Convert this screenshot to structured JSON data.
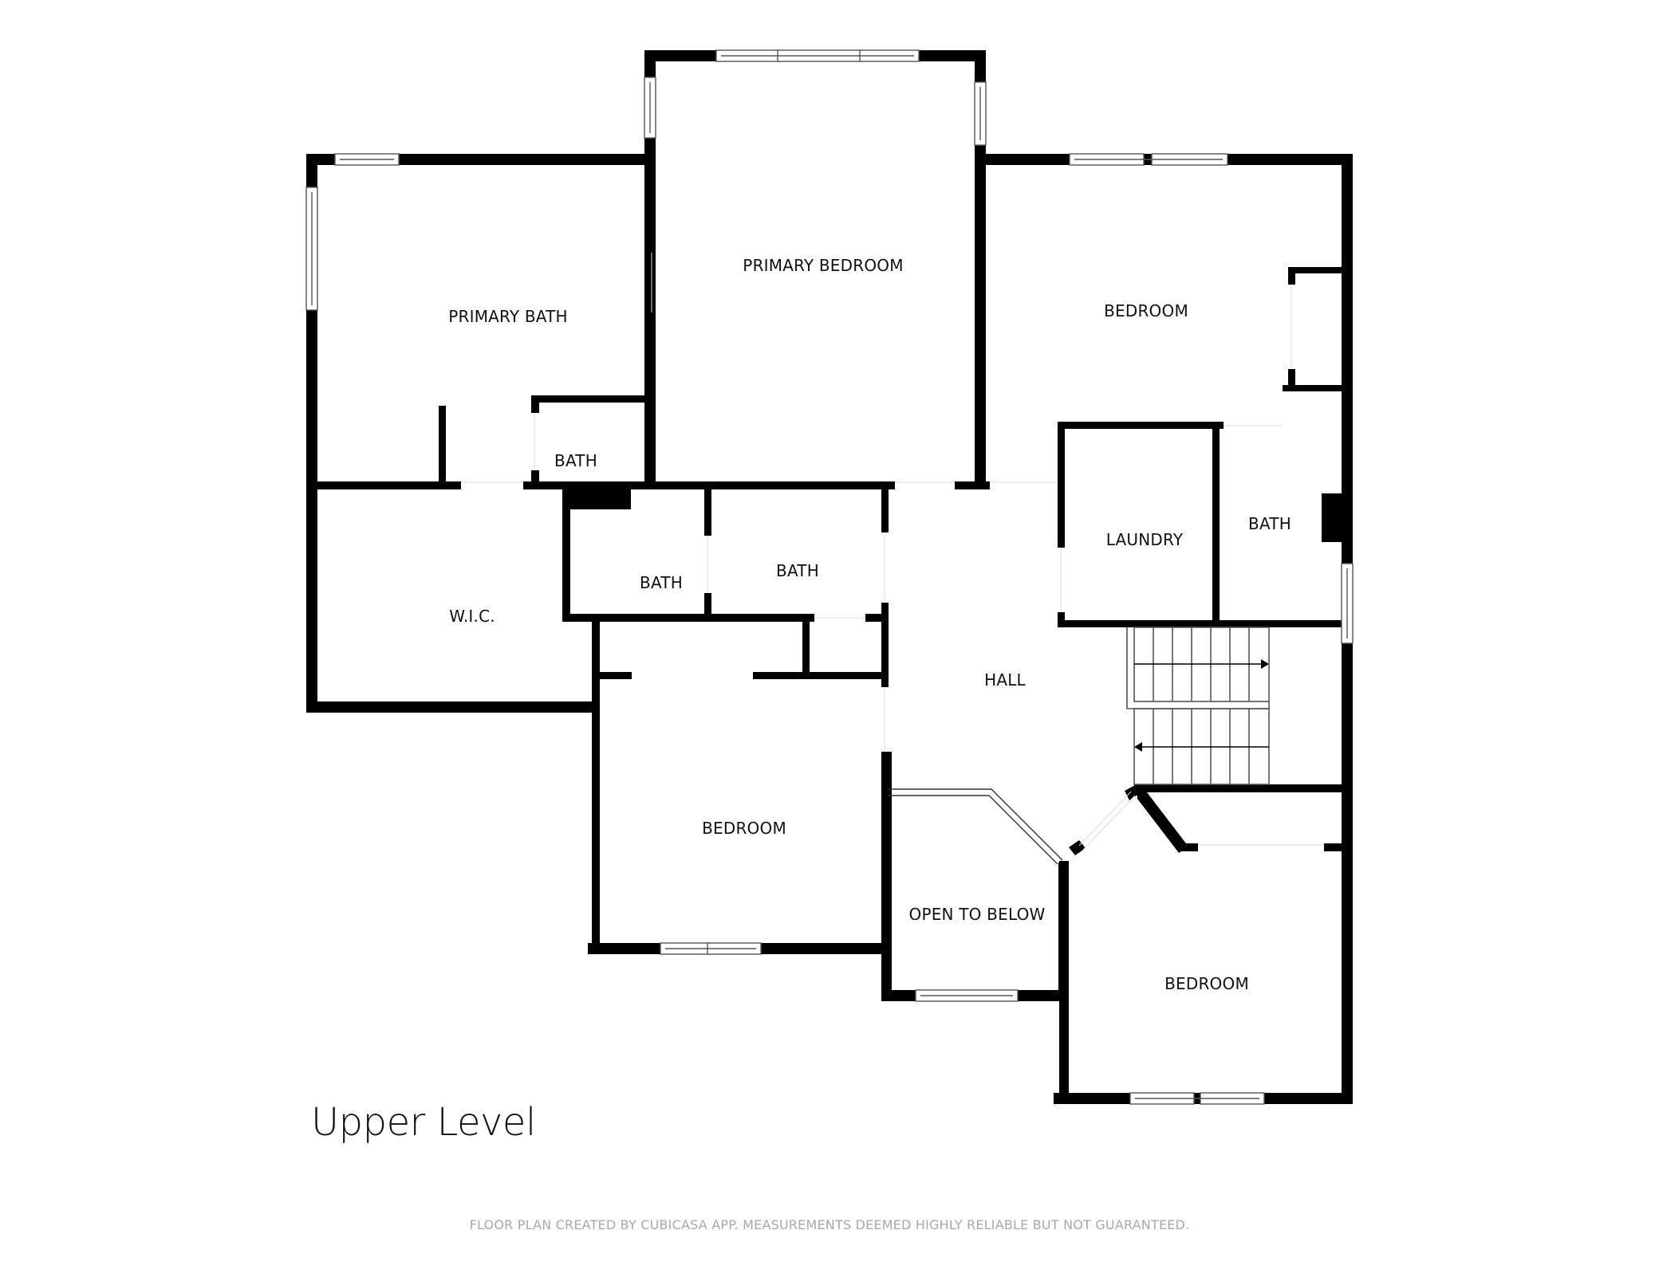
{
  "floor_plan": {
    "level_title": "Upper Level",
    "disclaimer": "FLOOR PLAN CREATED BY CUBICASA APP. MEASUREMENTS DEEMED HIGHLY RELIABLE BUT NOT GUARANTEED.",
    "rooms": [
      {
        "id": "primary-bedroom",
        "label": "PRIMARY BEDROOM"
      },
      {
        "id": "primary-bath",
        "label": "PRIMARY BATH"
      },
      {
        "id": "bedroom-ne",
        "label": "BEDROOM"
      },
      {
        "id": "bath-small",
        "label": "BATH"
      },
      {
        "id": "wic",
        "label": "W.I.C."
      },
      {
        "id": "bath-center-left",
        "label": "BATH"
      },
      {
        "id": "bath-center-right",
        "label": "BATH"
      },
      {
        "id": "laundry",
        "label": "LAUNDRY"
      },
      {
        "id": "bath-east",
        "label": "BATH"
      },
      {
        "id": "hall",
        "label": "HALL"
      },
      {
        "id": "bedroom-sw",
        "label": "BEDROOM"
      },
      {
        "id": "open-to-below",
        "label": "OPEN TO BELOW"
      },
      {
        "id": "bedroom-se",
        "label": "BEDROOM"
      }
    ],
    "colors": {
      "wall": "#000000",
      "background": "#ffffff",
      "label": "#111111",
      "disclaimer": "#a8a8a8"
    }
  }
}
